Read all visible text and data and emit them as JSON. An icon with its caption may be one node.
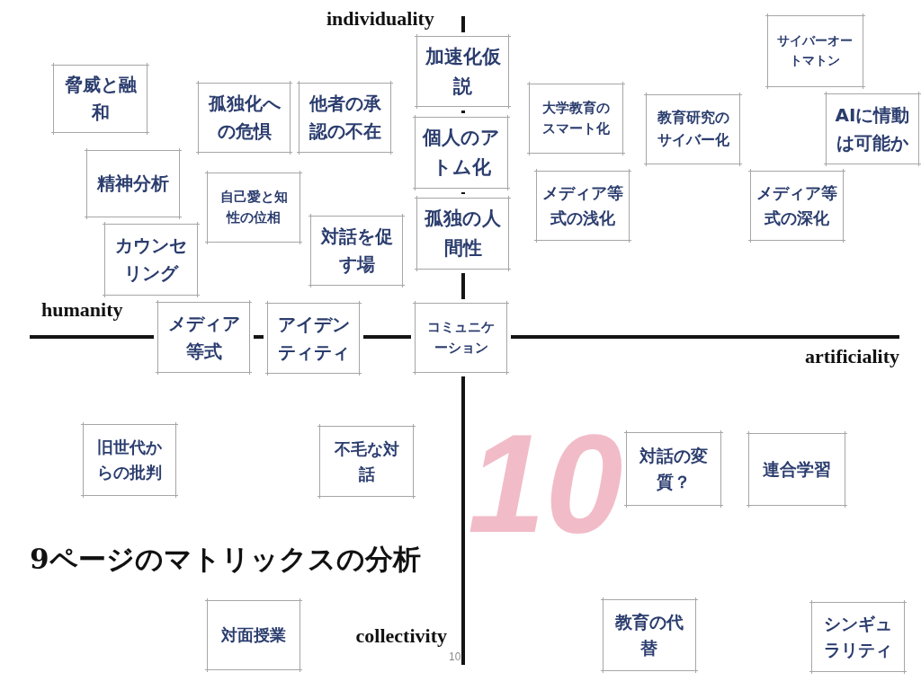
{
  "diagram": {
    "title": "9ページのマトリックスの分析",
    "nodes": [
      {
        "text": [
          "サイバーオートマトン"
        ]
      },
      {
        "text": [
          "加速化仮説"
        ]
      },
      {
        "text": [
          "脅威と融和"
        ]
      },
      {
        "text": [
          "孤独化への危惧"
        ]
      },
      {
        "text": [
          "他者の承認の不在"
        ]
      },
      {
        "text": [
          "大学教育のスマート化"
        ]
      },
      {
        "text": [
          "教育研究のサイバー化"
        ]
      },
      {
        "text": [
          "AIに情動は可能か"
        ]
      },
      {
        "text": [
          "個人のアトム化"
        ]
      },
      {
        "text": [
          "精神分析"
        ]
      },
      {
        "text": [
          "メディア等式の深化"
        ]
      },
      {
        "text": [
          "メディア等式の浅化"
        ]
      },
      {
        "text": [
          "自己愛と知性の位相"
        ]
      },
      {
        "text": [
          "孤独の人間性"
        ]
      },
      {
        "text": [
          "対話を促す場"
        ]
      },
      {
        "text": [
          "カウンセリング"
        ]
      },
      {
        "text": [
          "メディア等式"
        ]
      },
      {
        "text": [
          "アイデンティティ"
        ]
      },
      {
        "text": [
          "コミュニケーション"
        ]
      },
      {
        "text": [
          "旧世代からの批判"
        ]
      },
      {
        "text": [
          "不毛な対話"
        ]
      },
      {
        "text": [
          "対話の変質？"
        ]
      },
      {
        "text": [
          "連合学習"
        ]
      },
      {
        "text": [
          "対面授業"
        ]
      },
      {
        "text": [
          "教育の代替"
        ]
      },
      {
        "text": [
          "シンギュラリティ"
        ]
      }
    ],
    "labels": [
      "individuality",
      "humanity",
      "artificiality",
      "10",
      "collectivity",
      "10"
    ]
  }
}
